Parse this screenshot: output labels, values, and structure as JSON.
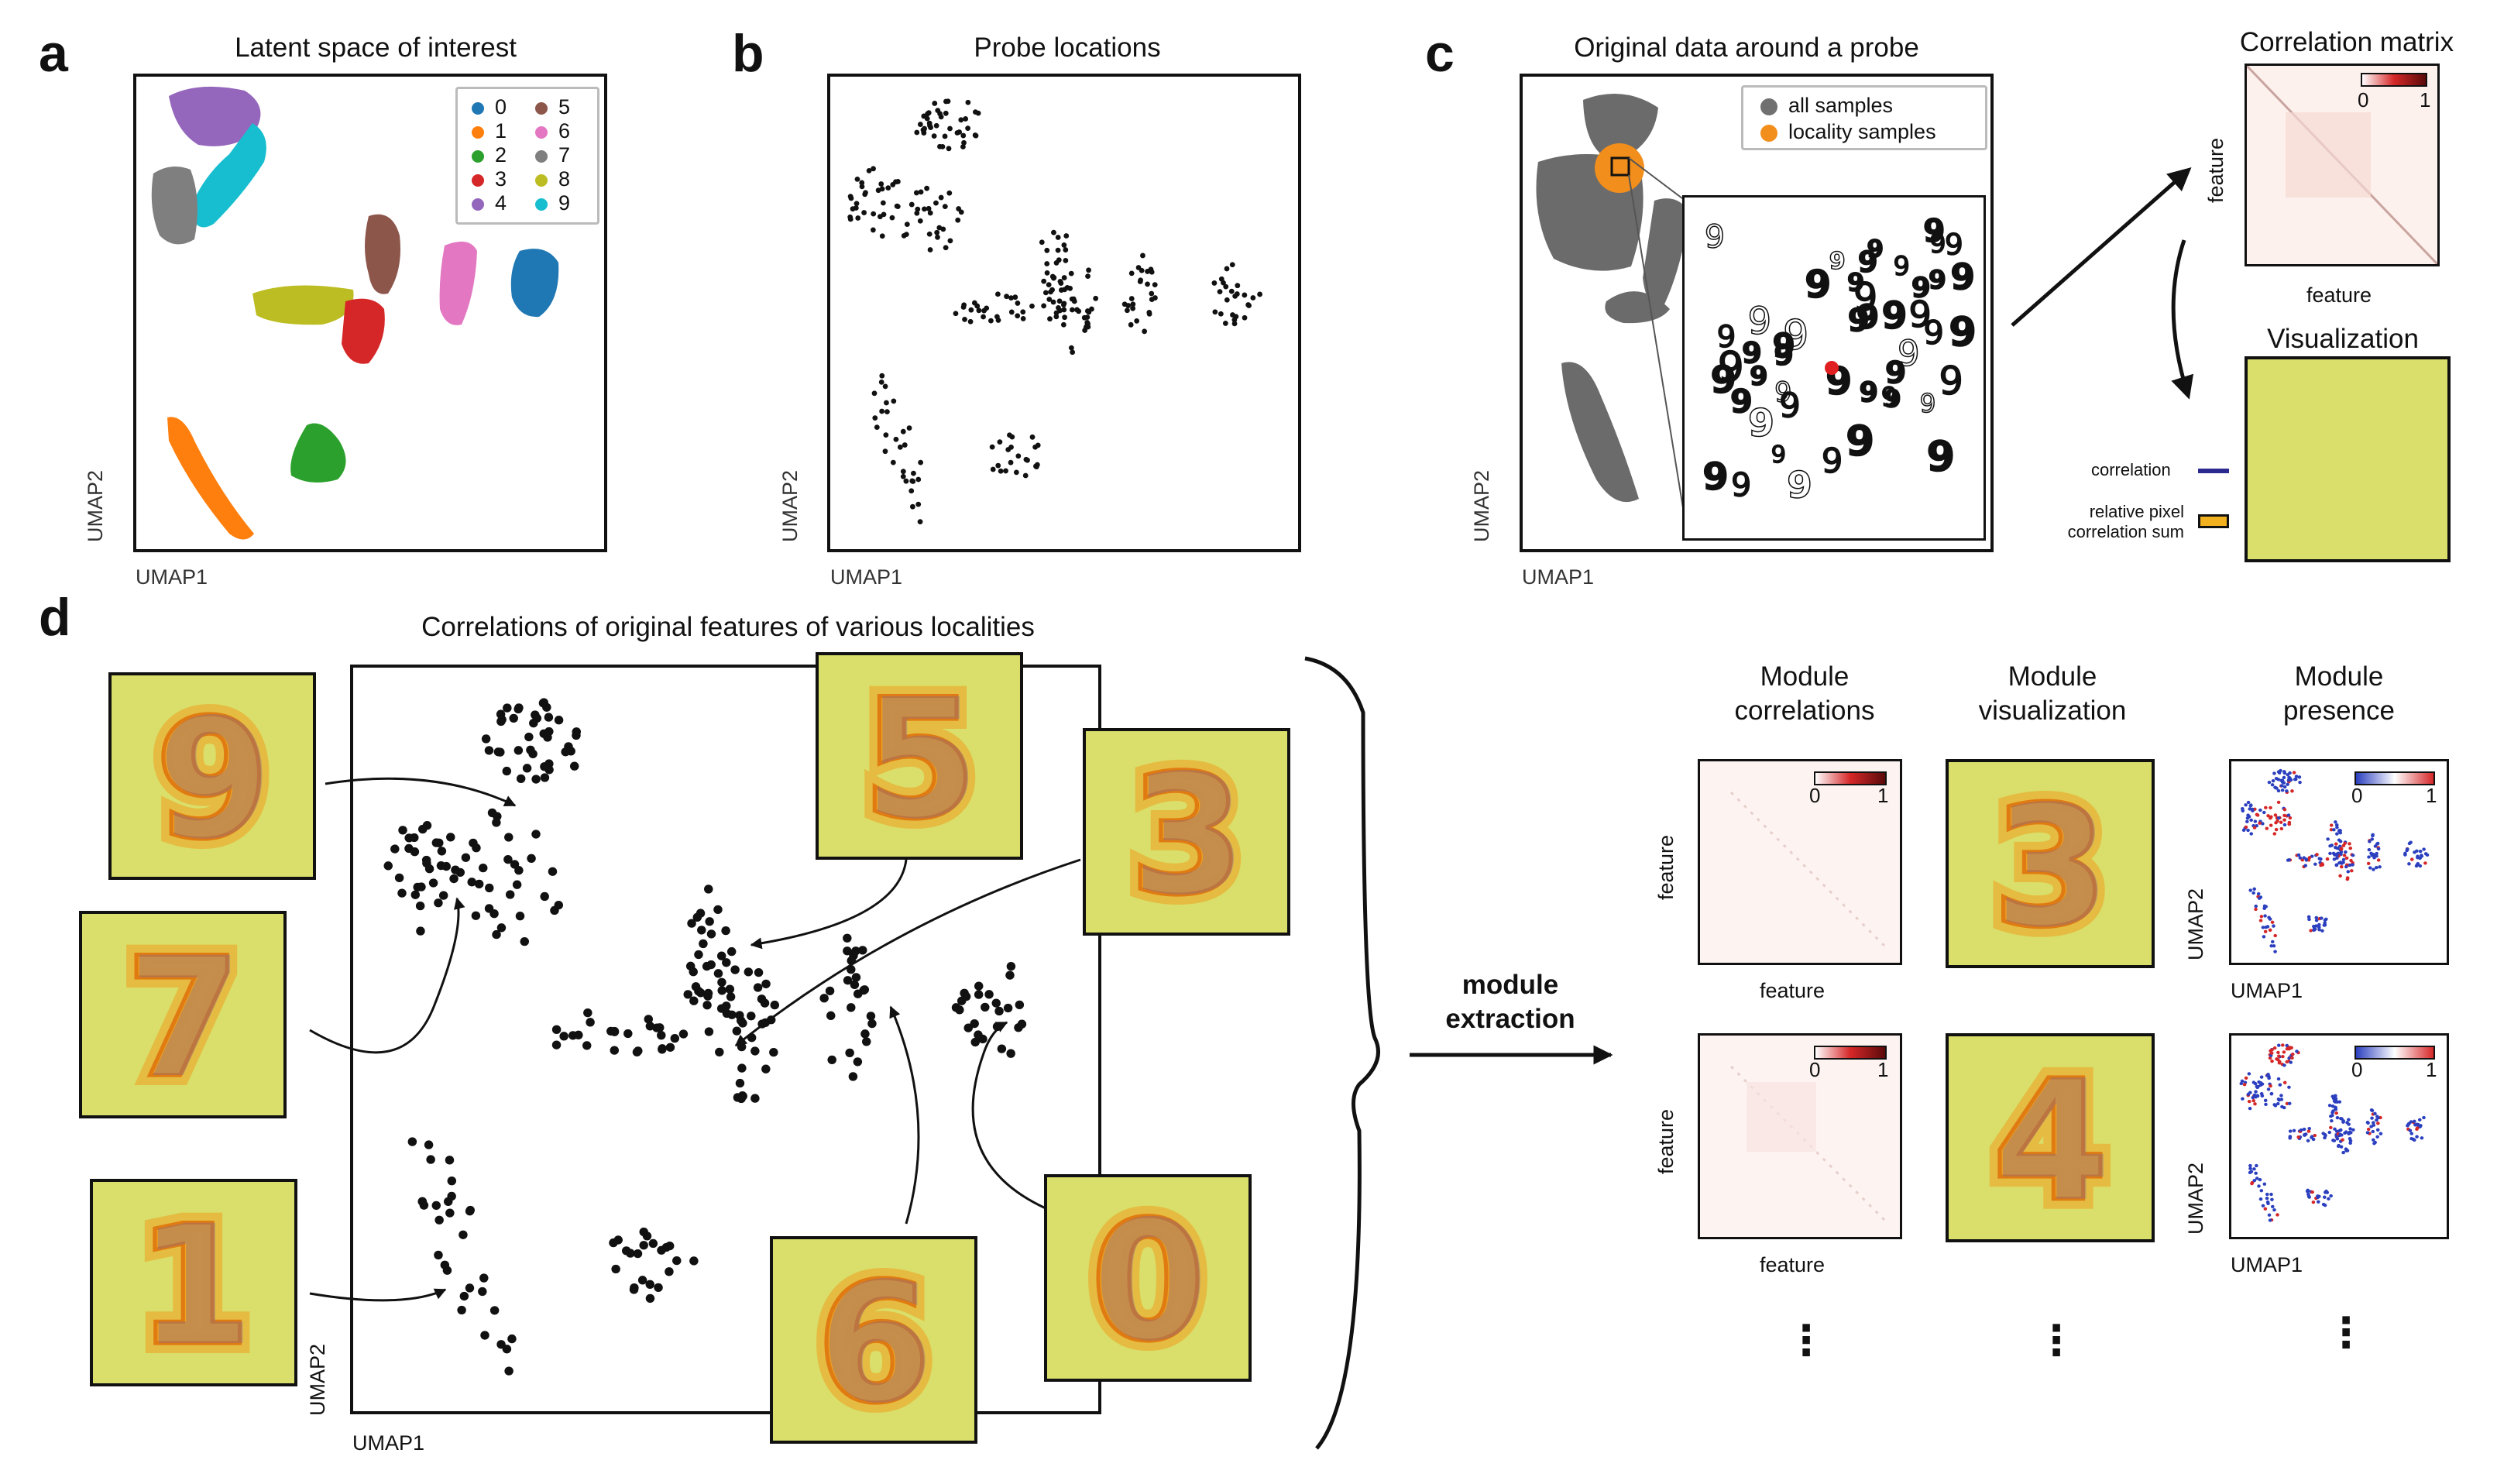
{
  "panels": {
    "a": {
      "letter": "a",
      "title": "Latent space of interest",
      "xlabel": "UMAP1",
      "ylabel": "UMAP2",
      "legend": [
        {
          "label": "0",
          "color": "#1f77b4"
        },
        {
          "label": "1",
          "color": "#ff7f0e"
        },
        {
          "label": "2",
          "color": "#2ca02c"
        },
        {
          "label": "3",
          "color": "#d62728"
        },
        {
          "label": "4",
          "color": "#9467bd"
        },
        {
          "label": "5",
          "color": "#8c564b"
        },
        {
          "label": "6",
          "color": "#e377c2"
        },
        {
          "label": "7",
          "color": "#7f7f7f"
        },
        {
          "label": "8",
          "color": "#bcbd22"
        },
        {
          "label": "9",
          "color": "#17becf"
        }
      ]
    },
    "b": {
      "letter": "b",
      "title": "Probe locations",
      "xlabel": "UMAP1",
      "ylabel": "UMAP2"
    },
    "c": {
      "letter": "c",
      "title": "Original data around a probe",
      "xlabel": "UMAP1",
      "ylabel": "UMAP2",
      "legend": [
        {
          "label": "all samples",
          "color": "#707070"
        },
        {
          "label": "locality samples",
          "color": "#f28e1c"
        }
      ],
      "corr_title": "Correlation matrix",
      "corr_xlabel": "feature",
      "corr_ylabel": "feature",
      "cbar_min": "0",
      "cbar_max": "1",
      "vis_title": "Visualization",
      "vis_legend_correlation": "correlation",
      "vis_legend_pixel_line1": "relative pixel",
      "vis_legend_pixel_line2": "correlation sum"
    },
    "d": {
      "letter": "d",
      "title": "Correlations of original features of various localities",
      "xlabel": "UMAP1",
      "ylabel": "UMAP2",
      "digits": [
        "9",
        "7",
        "1",
        "5",
        "3",
        "6",
        "0"
      ],
      "arrow_label_line1": "module",
      "arrow_label_line2": "extraction",
      "col_heads": [
        {
          "line1": "Module",
          "line2": "correlations"
        },
        {
          "line1": "Module",
          "line2": "visualization"
        },
        {
          "line1": "Module",
          "line2": "presence"
        }
      ],
      "modules": [
        {
          "corr_xlabel": "feature",
          "corr_ylabel": "feature",
          "cbar_min": "0",
          "cbar_max": "1",
          "vis_digit": "3",
          "pres_xlabel": "UMAP1",
          "pres_ylabel": "UMAP2",
          "pres_cbar_min": "0",
          "pres_cbar_max": "1"
        },
        {
          "corr_xlabel": "feature",
          "corr_ylabel": "feature",
          "cbar_min": "0",
          "cbar_max": "1",
          "vis_digit": "4",
          "pres_xlabel": "UMAP1",
          "pres_ylabel": "UMAP2",
          "pres_cbar_min": "0",
          "pres_cbar_max": "1"
        }
      ],
      "ellipsis": "⋮"
    }
  },
  "colors": {
    "tile_bg": "#d9df6a",
    "digit_orange": "#f0a020",
    "digit_shade": "#7a6a9a",
    "probe_red": "#e02020",
    "corr_line": "#2b2b8f"
  }
}
